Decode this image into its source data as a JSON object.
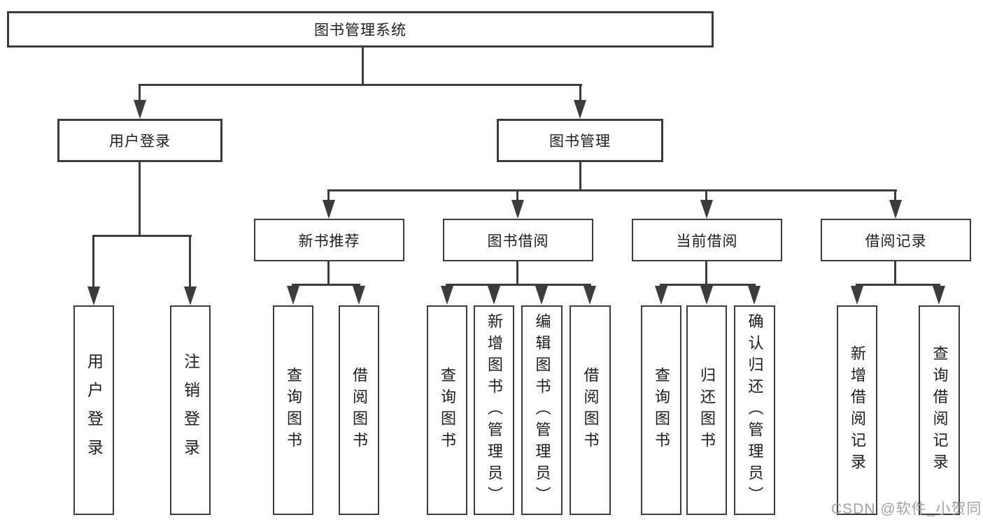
{
  "diagram": {
    "root": {
      "label": "图书管理系统"
    },
    "level2": [
      {
        "id": "user-login",
        "label": "用户登录"
      },
      {
        "id": "book-management",
        "label": "图书管理"
      }
    ],
    "level3": [
      {
        "id": "new-book-recommend",
        "label": "新书推荐"
      },
      {
        "id": "book-borrow",
        "label": "图书借阅"
      },
      {
        "id": "current-borrow",
        "label": "当前借阅"
      },
      {
        "id": "borrow-records",
        "label": "借阅记录"
      }
    ],
    "leaves": {
      "user_login": [
        {
          "label": "用户登录"
        },
        {
          "label": "注销登录"
        }
      ],
      "new_book_recommend": [
        {
          "label": "查询图书"
        },
        {
          "label": "借阅图书"
        }
      ],
      "book_borrow": [
        {
          "label": "查询图书"
        },
        {
          "label": "新增图书（管理员）"
        },
        {
          "label": "编辑图书（管理员）"
        },
        {
          "label": "借阅图书"
        }
      ],
      "current_borrow": [
        {
          "label": "查询图书"
        },
        {
          "label": "归还图书"
        },
        {
          "label": "确认归还（管理员）"
        }
      ],
      "borrow_records": [
        {
          "label": "新增借阅记录"
        },
        {
          "label": "查询借阅记录"
        }
      ]
    }
  },
  "watermark": {
    "text": "CSDN @软件_小贺同学"
  },
  "colors": {
    "line": "#3c3c3c",
    "box_border": "#3c3c3c",
    "text": "#1d1d1d",
    "watermark": "#a3a3a3",
    "background": "#ffffff"
  }
}
